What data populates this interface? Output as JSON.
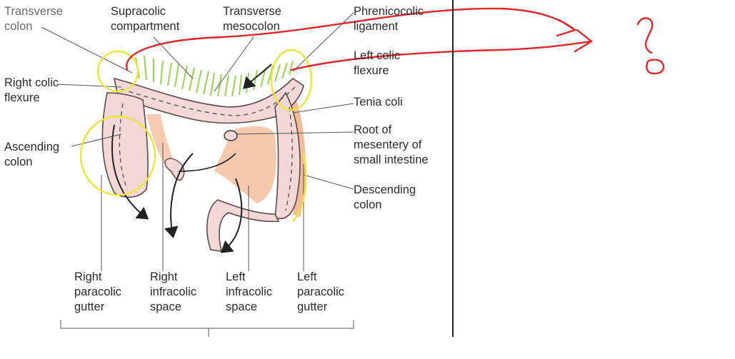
{
  "figure": {
    "labels": {
      "transverse_colon": "Transverse\ncolon",
      "supracolic_compartment": "Supracolic\ncompartment",
      "transverse_mesocolon": "Transverse\nmesocolon",
      "phrenicocolic_ligament": "Phrenicocolic\nligament",
      "left_colic_flexure": "Left colic\nflexure",
      "right_colic_flexure": "Right colic\nflexure",
      "tenia_coli": "Tenia coli",
      "root_of_mesentery": "Root of\nmesentery of\nsmall intestine",
      "ascending_colon": "Ascending\ncolon",
      "descending_colon": "Descending\ncolon",
      "right_paracolic_gutter": "Right\nparacolic\ngutter",
      "right_infracolic_space": "Right\ninfracolic\nspace",
      "left_infracolic_space": "Left\ninfracolic\nspace",
      "left_paracolic_gutter": "Left\nparacolic\ngutter"
    }
  },
  "annotations": {
    "handwritten_note": "?"
  },
  "colors": {
    "colon_fill": "#f4d8d8",
    "colon_outline": "#5a4a4a",
    "gutter_fill": "#f0b08a",
    "mesocolon_green": "#8ccf3f",
    "highlight_yellow": "#ece63a",
    "annotation_red": "#e0252d",
    "label_text": "#2b2b2b"
  }
}
